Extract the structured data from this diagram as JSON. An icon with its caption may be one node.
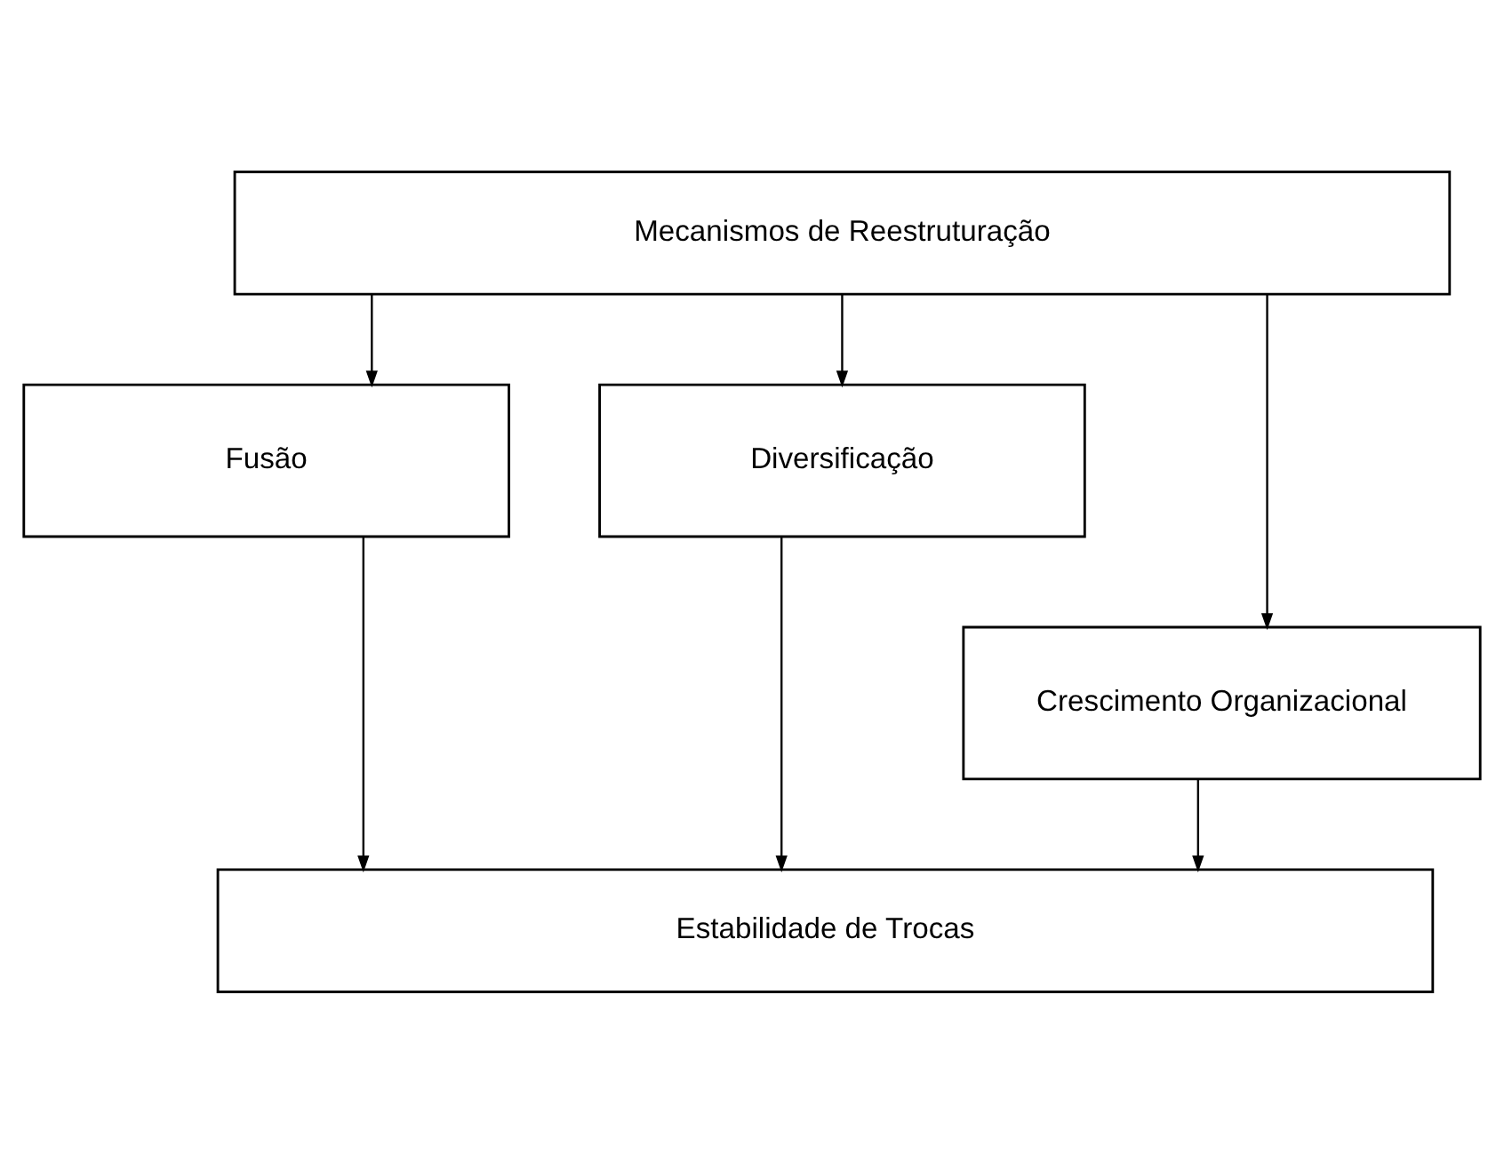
{
  "diagram": {
    "nodes": [
      {
        "text": [
          "Mecanismos de Reestruturação"
        ]
      },
      {
        "text": [
          "Fusão"
        ]
      },
      {
        "text": [
          "Diversificação"
        ]
      },
      {
        "text": [
          "Crescimento Organizacional"
        ]
      },
      {
        "text": [
          "Estabilidade de Trocas"
        ]
      }
    ],
    "edges": [
      {
        "from": 0,
        "to": 1,
        "arrow": "to"
      },
      {
        "from": 0,
        "to": 3,
        "arrow": "to"
      },
      {
        "from": 0,
        "to": 2,
        "arrow": "to"
      },
      {
        "from": 1,
        "to": 4,
        "arrow": "to"
      },
      {
        "from": 3,
        "to": 4,
        "arrow": "to"
      },
      {
        "from": 2,
        "to": 4,
        "arrow": "to"
      }
    ]
  }
}
